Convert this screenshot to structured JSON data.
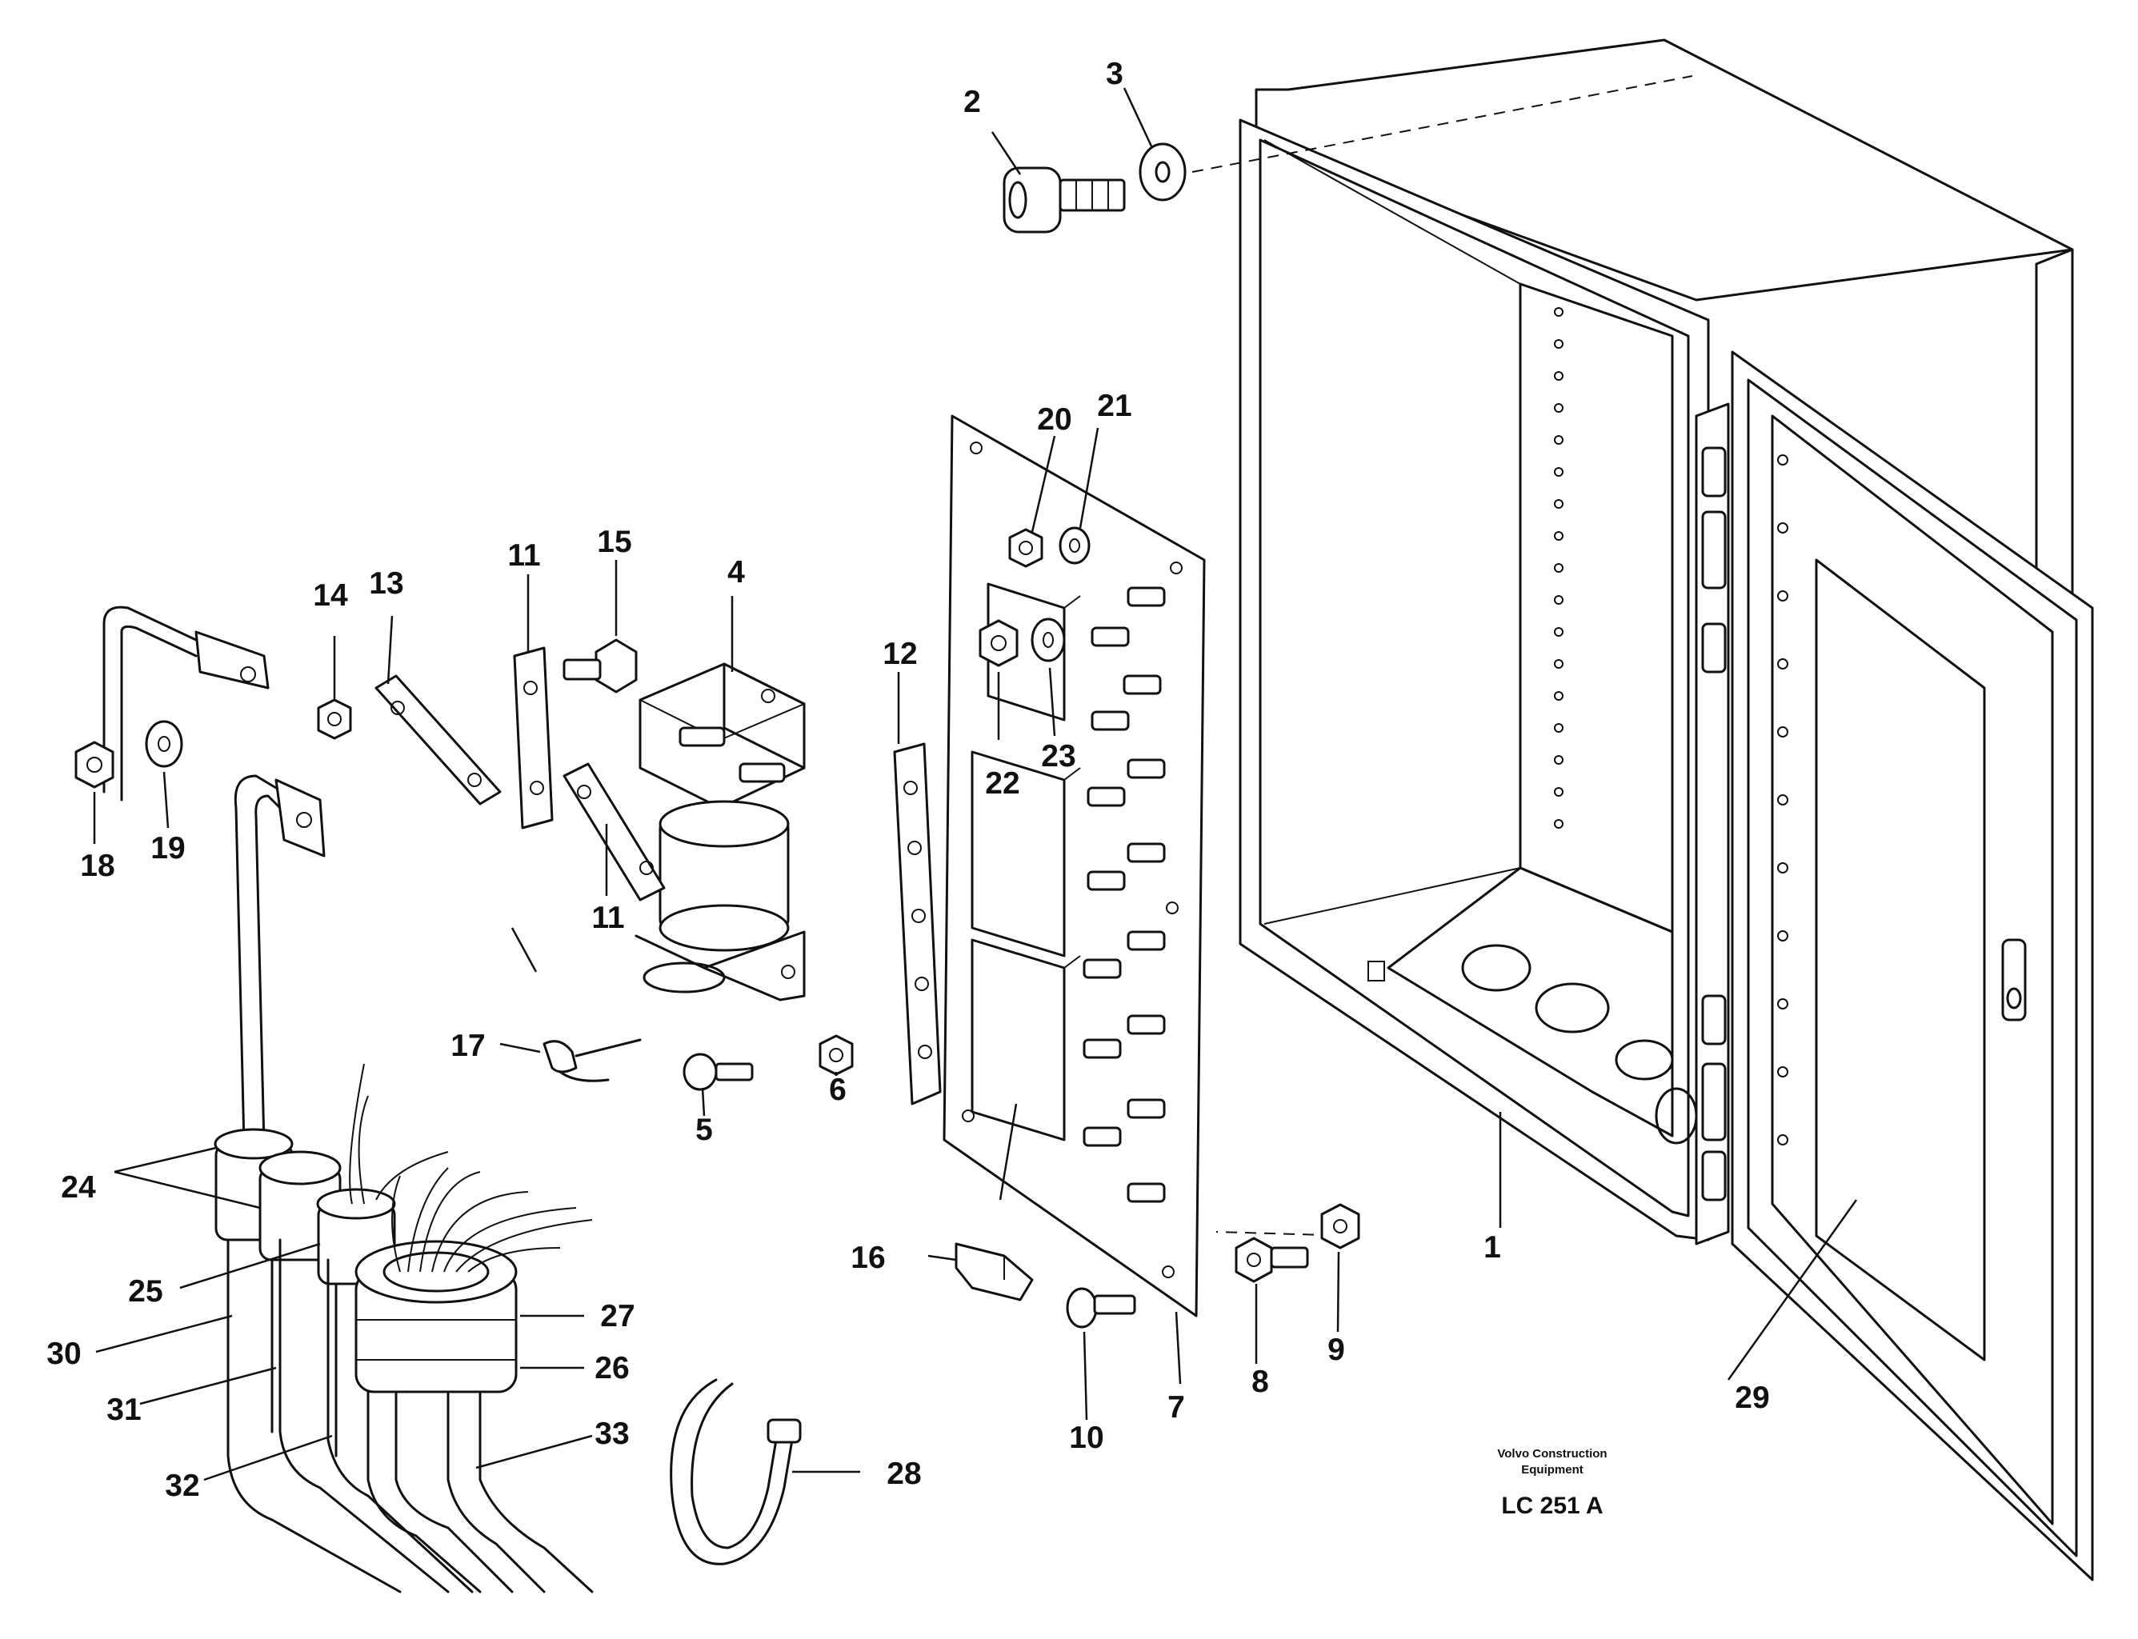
{
  "callouts": {
    "c1": "1",
    "c2": "2",
    "c3": "3",
    "c4": "4",
    "c5": "5",
    "c6": "6",
    "c7": "7",
    "c8": "8",
    "c9": "9",
    "c10": "10",
    "c11a": "11",
    "c11b": "11",
    "c12": "12",
    "c13": "13",
    "c14": "14",
    "c15": "15",
    "c16": "16",
    "c17": "17",
    "c18": "18",
    "c19": "19",
    "c20": "20",
    "c21": "21",
    "c22": "22",
    "c23": "23",
    "c24": "24",
    "c25": "25",
    "c26": "26",
    "c27": "27",
    "c28": "28",
    "c29": "29",
    "c30": "30",
    "c31": "31",
    "c32": "32",
    "c33": "33"
  },
  "footer": {
    "maker_line1": "Volvo Construction",
    "maker_line2": "Equipment",
    "code": "LC 251  A"
  }
}
